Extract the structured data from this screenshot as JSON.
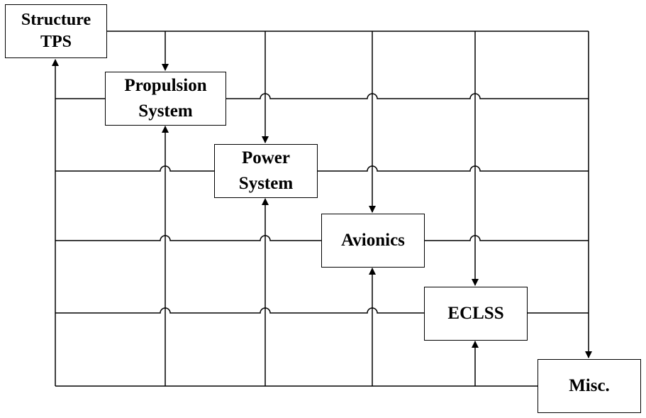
{
  "diagram": {
    "nodes": {
      "structure": {
        "line1": "Structure",
        "line2": "TPS"
      },
      "propulsion": {
        "line1": "Propulsion",
        "line2": "System"
      },
      "power": {
        "line1": "Power",
        "line2": "System"
      },
      "avionics": {
        "line1": "Avionics"
      },
      "eclss": {
        "line1": "ECLSS"
      },
      "misc": {
        "line1": "Misc."
      }
    },
    "colors": {
      "stroke": "#000000",
      "background": "#ffffff"
    }
  }
}
